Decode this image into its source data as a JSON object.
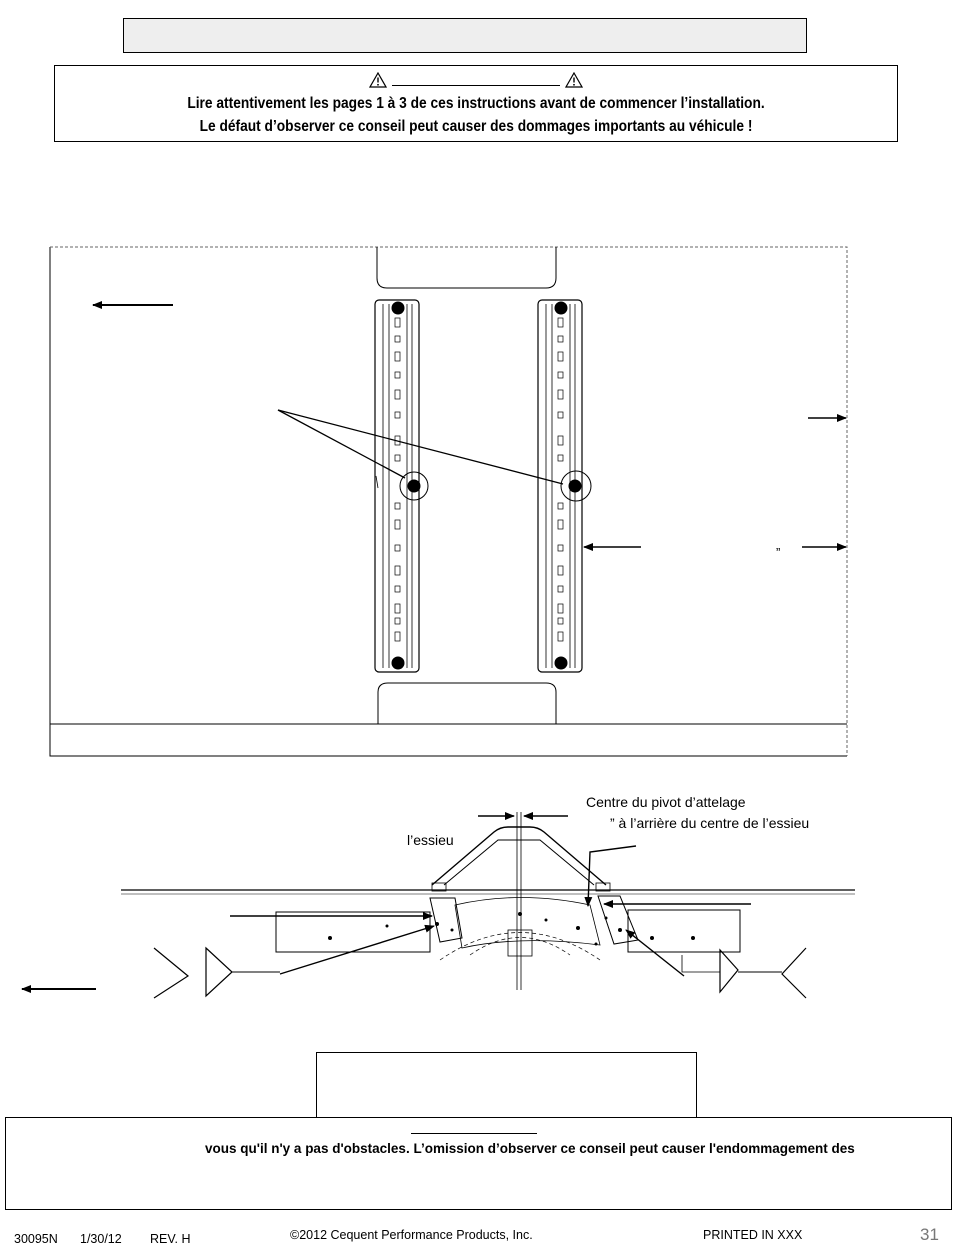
{
  "header": {
    "warning_line1": "Lire attentivement les pages 1 à 3 de ces instructions avant de commencer l’installation.",
    "warning_line2": "Le défaut d’observer ce conseil peut causer des dommages importants au véhicule !",
    "warning_icon": "warning-triangle-icon"
  },
  "top_diagram": {
    "quote_mark": "”"
  },
  "bottom_diagram": {
    "pivot_label": "Centre du pivot d’attelage",
    "pivot_offset_label": "” à l’arrière du centre de l’essieu",
    "axle_label": "l’essieu"
  },
  "bottom_notice": {
    "text": "vous qu'il n'y a pas d'obstacles. L’omission d’observer ce conseil peut causer l'endommagement des"
  },
  "footer": {
    "part_number": "30095N",
    "date": "1/30/12",
    "revision": "REV. H",
    "copyright": "©2012 Cequent Performance Products, Inc.",
    "printed": "PRINTED IN XXX",
    "page_number": "31"
  }
}
